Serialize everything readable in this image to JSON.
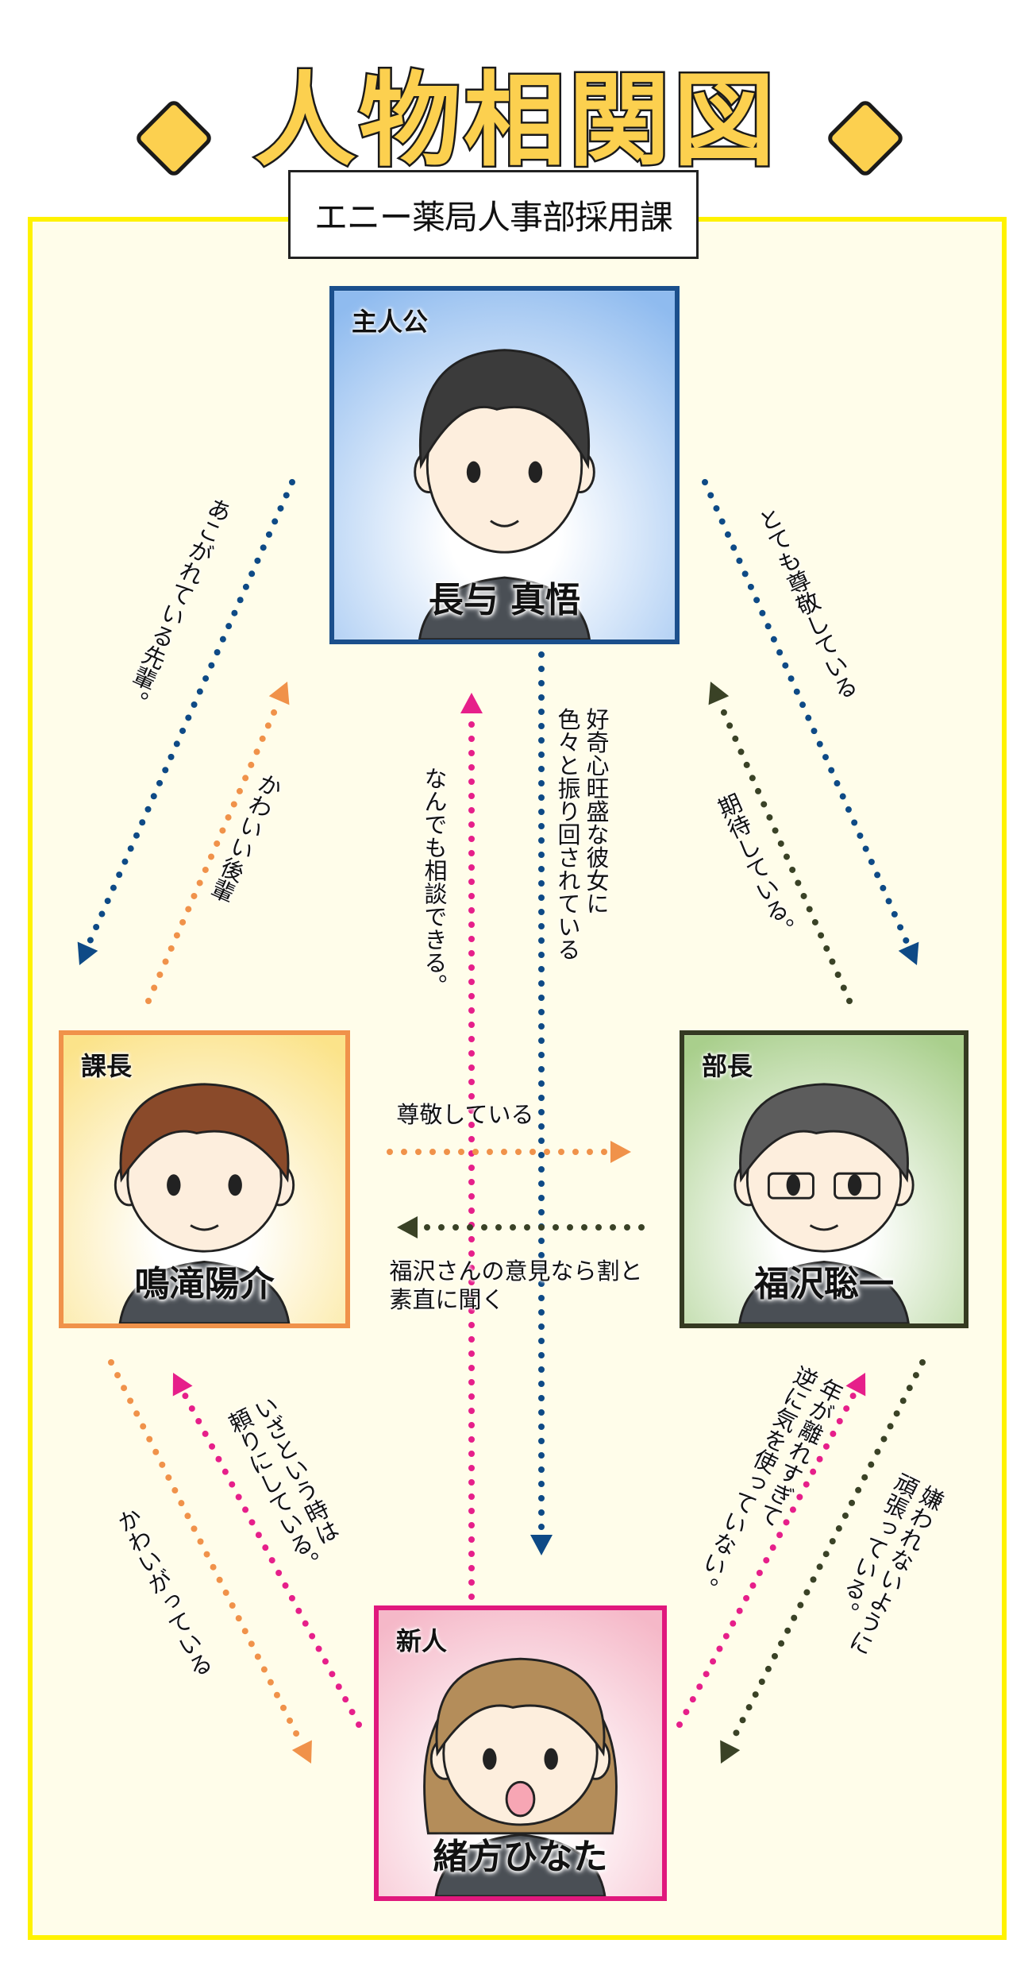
{
  "title": "人物相関図",
  "department": "エニー薬局人事部採用課",
  "characters": [
    {
      "role": "主人公",
      "name": "長与 真悟",
      "border": "#1b4f8c",
      "hair": "#3b3b3b",
      "bg": "#8fbbef"
    },
    {
      "role": "課長",
      "name": "鳴滝陽介",
      "border": "#f0924a",
      "hair": "#8a4a2a",
      "bg": "#fbe38a"
    },
    {
      "role": "部長",
      "name": "福沢聡一",
      "border": "#343a22",
      "hair": "#5c5c5c",
      "bg": "#a9cf8c"
    },
    {
      "role": "新人",
      "name": "緒方ひなた",
      "border": "#e0187d",
      "hair": "#b48d5a",
      "bg": "#f5b8c8"
    }
  ],
  "relations": [
    {
      "label": "あこがれている先輩。",
      "color": "#0e4a86"
    },
    {
      "label": "かわいい後輩",
      "color": "#f0924a"
    },
    {
      "label": "なんでも相談できる。",
      "color": "#e61f8a"
    },
    {
      "label": "好奇心旺盛な彼女に\n色々と振り回されている",
      "color": "#0e4a86"
    },
    {
      "label": "とても尊敬している",
      "color": "#0e4a86"
    },
    {
      "label": "期待している。",
      "color": "#3a4226"
    },
    {
      "label": "尊敬している",
      "color": "#f0924a"
    },
    {
      "label": "福沢さんの意見なら割と\n素直に聞く",
      "color": "#3a4226"
    },
    {
      "label": "かわいがっている",
      "color": "#f0924a"
    },
    {
      "label": "いざという時は\n頼りにしている。",
      "color": "#e61f8a"
    },
    {
      "label": "年が離れすぎて\n逆に気を使っていない。",
      "color": "#e61f8a"
    },
    {
      "label": "嫌われないように\n頑張っている。",
      "color": "#3a4226"
    }
  ]
}
